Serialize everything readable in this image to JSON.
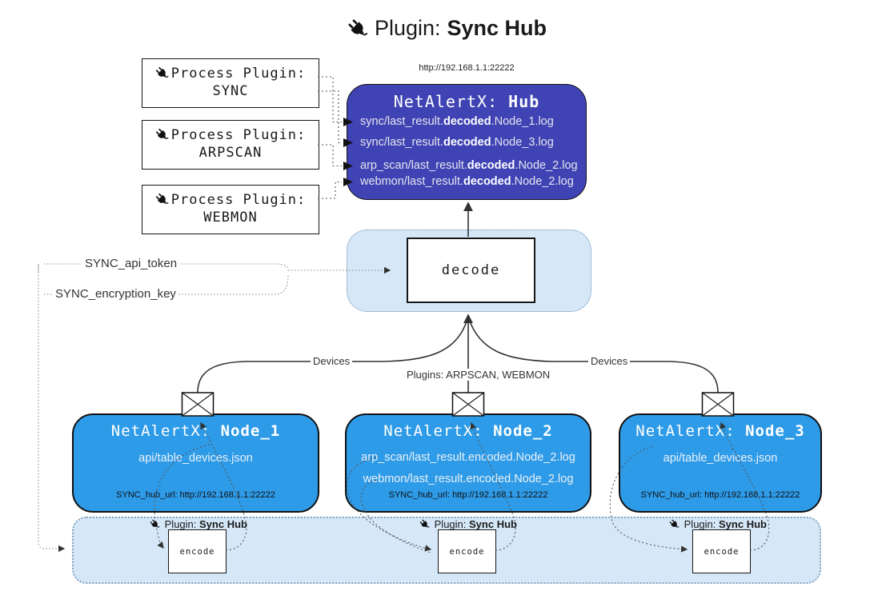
{
  "title": {
    "label": "Plugin:",
    "name": "Sync Hub"
  },
  "process_plugins": [
    {
      "label": "Process Plugin:",
      "name": "SYNC"
    },
    {
      "label": "Process Plugin:",
      "name": "ARPSCAN"
    },
    {
      "label": "Process Plugin:",
      "name": "WEBMON"
    }
  ],
  "hub": {
    "url": "http://192.168.1.1:22222",
    "title_label": "NetAlertX:",
    "title_name": "Hub",
    "lines": [
      {
        "pre": "sync/last_result.",
        "bold": "decoded",
        "post": ".Node_1.log"
      },
      {
        "pre": "sync/last_result.",
        "bold": "decoded",
        "post": ".Node_3.log"
      },
      {
        "pre": "arp_scan/last_result.",
        "bold": "decoded",
        "post": ".Node_2.log"
      },
      {
        "pre": "webmon/last_result.",
        "bold": "decoded",
        "post": ".Node_2.log"
      }
    ]
  },
  "decode_label": "decode",
  "secrets": {
    "api_token": "SYNC_api_token",
    "encryption_key": "SYNC_encryption_key"
  },
  "edge_labels": {
    "left": "Devices",
    "center": "Plugins: ARPSCAN, WEBMON",
    "right": "Devices"
  },
  "nodes": [
    {
      "title_label": "NetAlertX:",
      "title_name": "Node_1",
      "lines": [
        "api/table_devices.json"
      ],
      "hub_url": "SYNC_hub_url: http://192.168.1.1:22222"
    },
    {
      "title_label": "NetAlertX:",
      "title_name": "Node_2",
      "lines": [
        "arp_scan/last_result.encoded.Node_2.log",
        "webmon/last_result.encoded.Node_2.log"
      ],
      "hub_url": "SYNC_hub_url: http://192.168.1.1:22222"
    },
    {
      "title_label": "NetAlertX:",
      "title_name": "Node_3",
      "lines": [
        "api/table_devices.json"
      ],
      "hub_url": "SYNC_hub_url: http://192.168.1.1:22222"
    }
  ],
  "encoders": [
    {
      "label": "Plugin:",
      "name": "Sync Hub",
      "box": "encode"
    },
    {
      "label": "Plugin:",
      "name": "Sync Hub",
      "box": "encode"
    },
    {
      "label": "Plugin:",
      "name": "Sync Hub",
      "box": "encode"
    }
  ],
  "colors": {
    "hub_bg": "#3F43B4",
    "node_bg": "#2E9BE8",
    "panel_bg": "#D6E8F8",
    "line": "#333333"
  }
}
